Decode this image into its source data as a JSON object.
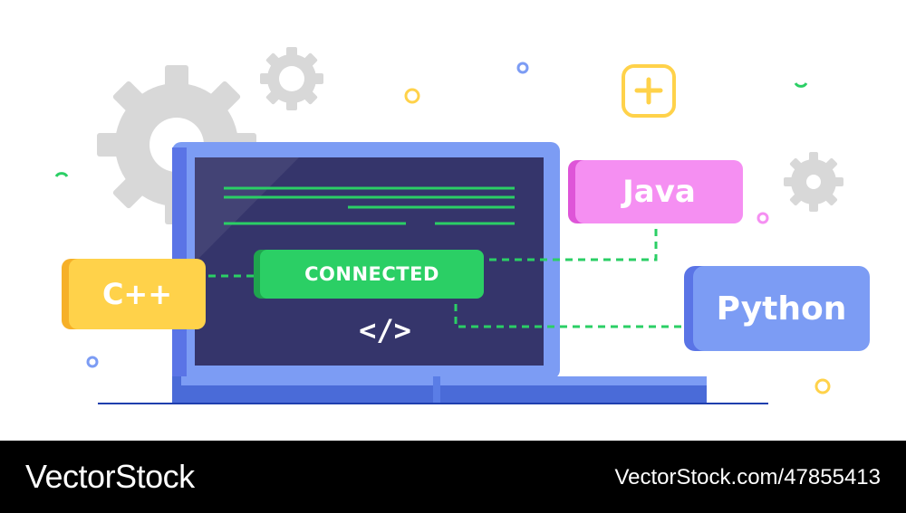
{
  "tags": {
    "cpp": "C++",
    "java": "Java",
    "python": "Python",
    "status": "CONNECTED",
    "code_symbol": "</>"
  },
  "footer": {
    "brand": "VectorStock",
    "image_id": "VectorStock.com/47855413"
  },
  "icons": [
    "gear-icon",
    "plus-icon",
    "code-icon"
  ],
  "colors": {
    "laptop_body": "#7c9cf4",
    "screen": "#35356b",
    "connected_green": "#2bcf65",
    "cpp_yellow": "#ffd24a",
    "java_pink": "#f58ff2",
    "python_blue": "#7c9cf4",
    "gear_gray": "#d8d8d8",
    "footer_bg": "#000000"
  }
}
